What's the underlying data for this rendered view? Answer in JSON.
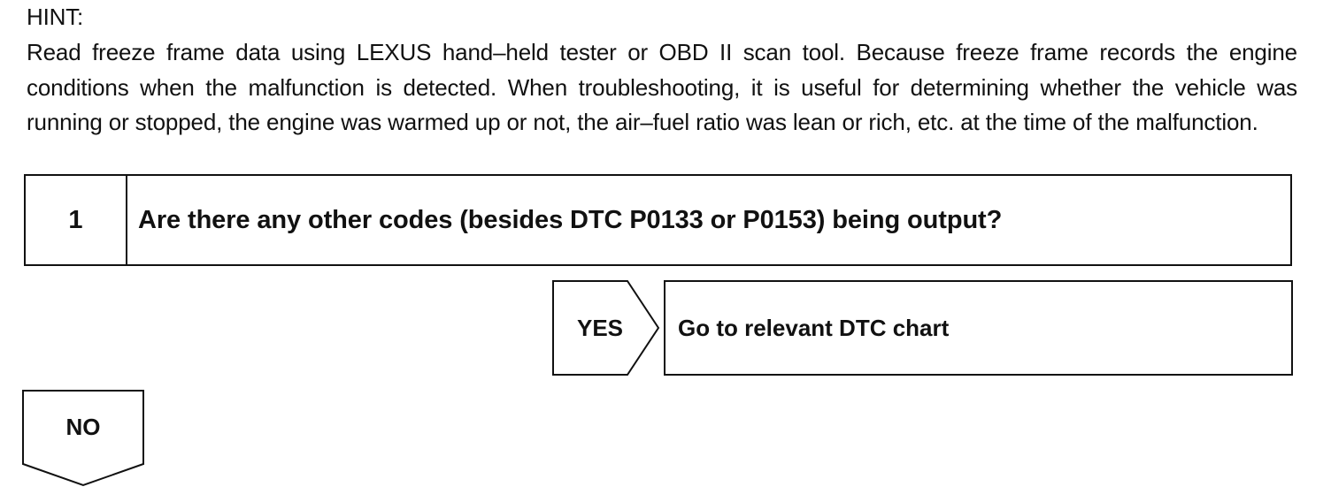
{
  "hint": {
    "label": "HINT:",
    "text": "Read freeze frame data using LEXUS hand–held tester or OBD II scan tool. Because freeze frame records the engine conditions when the malfunction is detected. When troubleshooting, it is useful for determining whether the vehicle was running or stopped, the engine was warmed up or not, the air–fuel ratio was lean or rich, etc. at the time of the malfunction."
  },
  "step": {
    "number": "1",
    "question": "Are there any other codes (besides DTC P0133 or P0153) being output?"
  },
  "yes_branch": {
    "label": "YES",
    "result": "Go to relevant DTC chart"
  },
  "no_branch": {
    "label": "NO"
  }
}
